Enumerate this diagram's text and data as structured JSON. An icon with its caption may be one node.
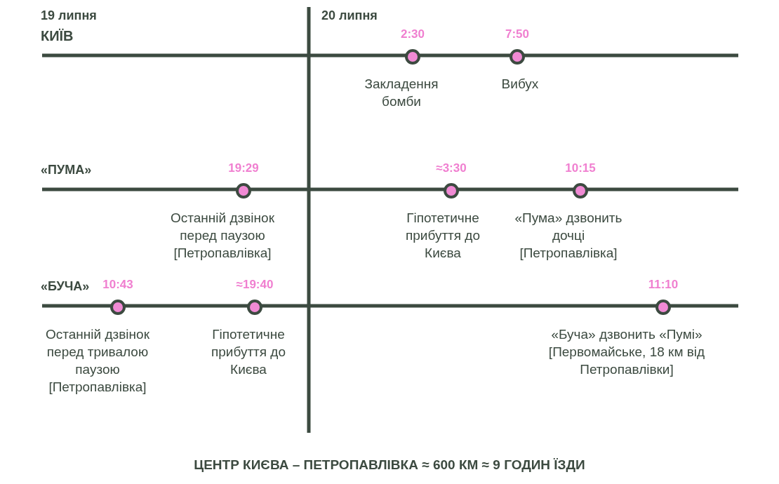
{
  "diagram": {
    "caption": "ЦЕНТР КИЄВА – ПЕТРОПАВЛІВКА ≈ 600 КМ ≈ 9 ГОДИН ЇЗДИ",
    "nodes": [
      {
        "text": [],
        "shape": "circle",
        "beside": [
          "2:30",
          "Закладення бомби"
        ]
      },
      {
        "text": [],
        "shape": "circle",
        "beside": [
          "7:50",
          "Вибух"
        ]
      },
      {
        "text": [],
        "shape": "circle",
        "beside": [
          "19:29",
          "Останній дзвінок перед паузою [Петропавлівка]"
        ]
      },
      {
        "text": [],
        "shape": "circle",
        "beside": [
          "≈3:30",
          "Гіпотетичне прибуття до Києва"
        ]
      },
      {
        "text": [],
        "shape": "circle",
        "beside": [
          "10:15",
          "«Пума» дзвонить дочці [Петропавлівка]"
        ]
      },
      {
        "text": [],
        "shape": "circle",
        "beside": [
          "10:43",
          "Останній дзвінок перед тривалою паузою [Петропавлівка]"
        ]
      },
      {
        "text": [],
        "shape": "circle",
        "beside": [
          "≈19:40",
          "Гіпотетичне прибуття до Києва"
        ]
      },
      {
        "text": [],
        "shape": "circle",
        "beside": [
          "11:10",
          "«Буча» дзвонить «Пумі» [Первомайське, 18 км від Петропавлівки]"
        ]
      }
    ],
    "edges": [],
    "labels": [
      "19 липня",
      "КИЇВ",
      "20 липня",
      "«ПУМА»",
      "«БУЧА»"
    ]
  }
}
